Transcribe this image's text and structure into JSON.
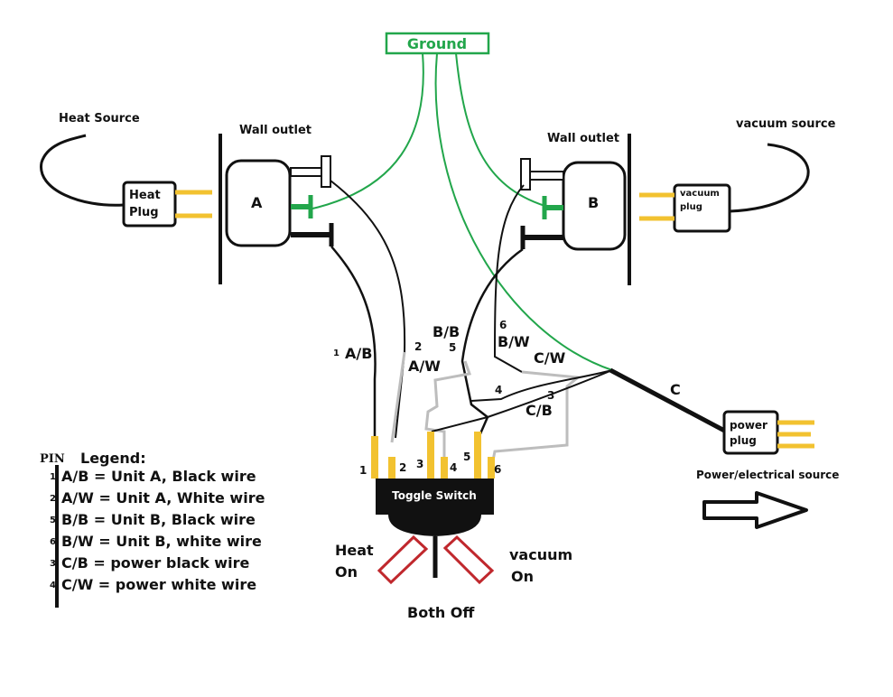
{
  "ground": {
    "label": "Ground",
    "color": "#22a64b"
  },
  "heat_source": {
    "title": "Heat Source",
    "plug_line1": "Heat",
    "plug_line2": "Plug"
  },
  "vacuum_source": {
    "title": "vacuum source",
    "plug_line1": "vacuum",
    "plug_line2": "plug"
  },
  "outlet_a": {
    "wall_label": "Wall outlet",
    "letter": "A"
  },
  "outlet_b": {
    "wall_label": "Wall outlet",
    "letter": "B"
  },
  "wires": {
    "ab": "A/B",
    "ab_pin": "1",
    "aw": "A/W",
    "aw_pin": "2",
    "bb": "B/B",
    "bb_pin": "5",
    "bw": "B/W",
    "bw_pin": "6",
    "cw": "C/W",
    "cw_pin": "4",
    "cb": "C/B",
    "cb_pin": "3",
    "c": "C"
  },
  "switch": {
    "label": "Toggle Switch",
    "pins": [
      "1",
      "2",
      "3",
      "4",
      "5",
      "6"
    ],
    "heat_line1": "Heat",
    "heat_line2": "On",
    "vac_line1": "vacuum",
    "vac_line2": "On",
    "off_label": "Both Off"
  },
  "power": {
    "plug_line1": "power",
    "plug_line2": "plug",
    "source_label": "Power/electrical source"
  },
  "legend": {
    "prefix": "PIN",
    "title": "Legend:",
    "items": [
      {
        "pin": "1",
        "text": "A/B = Unit A, Black wire"
      },
      {
        "pin": "2",
        "text": "A/W = Unit A, White wire"
      },
      {
        "pin": "5",
        "text": "B/B = Unit B, Black wire"
      },
      {
        "pin": "6",
        "text": "B/W = Unit B, white wire"
      },
      {
        "pin": "3",
        "text": "C/B = power black wire"
      },
      {
        "pin": "4",
        "text": "C/W = power white wire"
      }
    ]
  },
  "colors": {
    "black_wire": "#111111",
    "white_wire": "#bdbdbd",
    "brass": "#f2c230",
    "arrow_red": "#c0282d"
  }
}
